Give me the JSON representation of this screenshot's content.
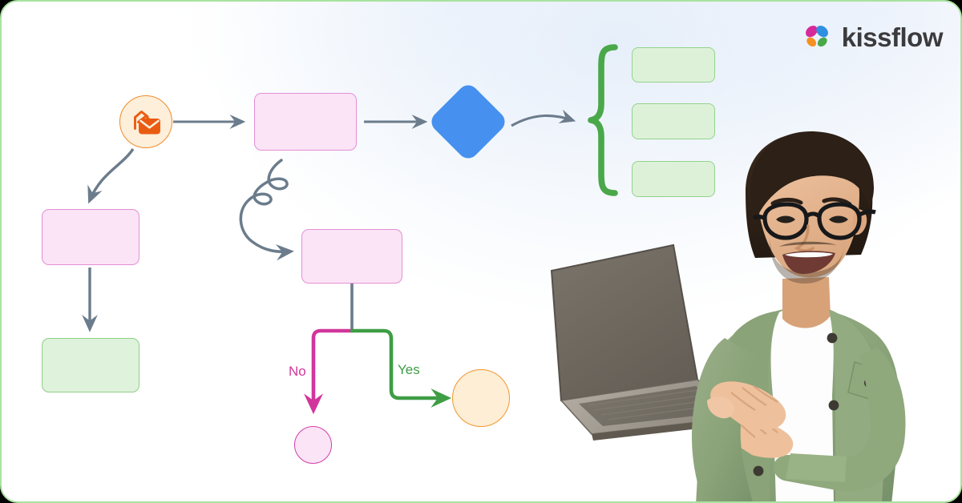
{
  "brand": {
    "name": "kissflow",
    "logo_icon": "kissflow-butterfly-logo",
    "colors": {
      "magenta": "#d6299a",
      "blue": "#2f8fe0",
      "orange": "#f59021",
      "green": "#4aa84a",
      "wordmark": "#3b3b3d"
    }
  },
  "card": {
    "border_color": "#a8e3a0",
    "background": "#ffffff"
  },
  "diagram": {
    "title": "workflow-flowchart",
    "start_node": {
      "name": "start-mail-node",
      "icon": "mail-envelope-icon",
      "fill": "#fdefd9",
      "stroke": "#f08a2a"
    },
    "nodes": [
      {
        "id": "task-top",
        "shape": "rounded-rect",
        "kind": "pink"
      },
      {
        "id": "task-left-upper",
        "shape": "rounded-rect",
        "kind": "pink"
      },
      {
        "id": "task-left-lower",
        "shape": "rounded-rect",
        "kind": "green"
      },
      {
        "id": "task-middle",
        "shape": "rounded-rect",
        "kind": "pink"
      },
      {
        "id": "decision",
        "shape": "diamond",
        "kind": "blue",
        "fill": "#4691ef"
      },
      {
        "id": "branch-item-1",
        "shape": "rounded-rect",
        "kind": "green-small"
      },
      {
        "id": "branch-item-2",
        "shape": "rounded-rect",
        "kind": "green-small"
      },
      {
        "id": "branch-item-3",
        "shape": "rounded-rect",
        "kind": "green-small"
      },
      {
        "id": "end-no",
        "shape": "circle",
        "kind": "pink"
      },
      {
        "id": "end-yes",
        "shape": "circle",
        "kind": "orange"
      }
    ],
    "brace": {
      "name": "curly-brace",
      "color": "#4aa84a"
    },
    "branch_labels": {
      "no": "No",
      "yes": "Yes",
      "no_color": "#d1369b",
      "yes_color": "#3e9d45"
    },
    "connectors": {
      "arrow_color": "#6b7c8c",
      "no_path_color": "#d1369b",
      "yes_path_color": "#3e9d45",
      "stem_color": "#6b7c8c"
    }
  },
  "photo": {
    "name": "man-with-laptop-photo",
    "description": "smiling man wearing glasses and a green overshirt holding a laptop",
    "shirt_color": "#89a17a",
    "tshirt_color": "#ffffff",
    "laptop_color": "#6f6a60",
    "skin_color": "#e3b391",
    "hair_color": "#2d2118"
  }
}
